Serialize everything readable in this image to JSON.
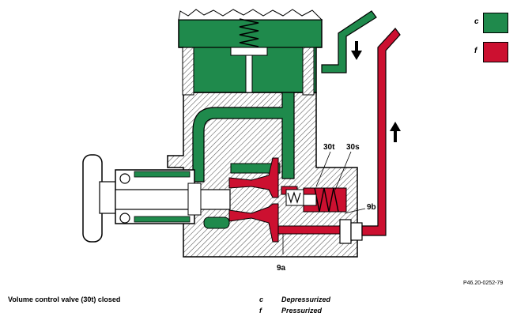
{
  "colors": {
    "depressurized": "#1f8a4c",
    "pressurized": "#cc1030",
    "housing": "#ffffff",
    "outline": "#000000"
  },
  "legend": [
    {
      "key": "c",
      "label": "Depressurized"
    },
    {
      "key": "f",
      "label": "Pressurized"
    }
  ],
  "labels": {
    "l30t": "30t",
    "l30s": "30s",
    "l9b": "9b",
    "l9a": "9a"
  },
  "reference": "P46.20-0252-79",
  "caption": "Volume control valve (30t) closed"
}
